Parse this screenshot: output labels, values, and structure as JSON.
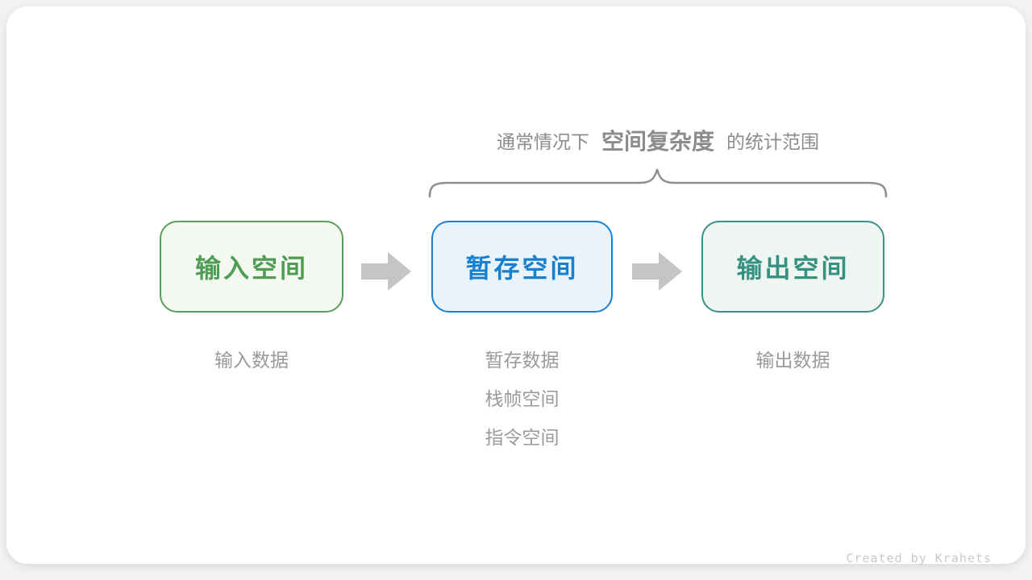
{
  "title": {
    "prefix": "通常情况下",
    "highlight": "空间复杂度",
    "suffix": "的统计范围"
  },
  "boxes": [
    {
      "label": "输入空间",
      "text_color": "#509c55",
      "border_color": "#5b9e5b",
      "bg_color": "#f3f9f0"
    },
    {
      "label": "暂存空间",
      "text_color": "#1980cd",
      "border_color": "#1b80d1",
      "bg_color": "#e9f3fb"
    },
    {
      "label": "输出空间",
      "text_color": "#379181",
      "border_color": "#3a9184",
      "bg_color": "#eff6f2"
    }
  ],
  "annotations": [
    {
      "lines": [
        "输入数据"
      ]
    },
    {
      "lines": [
        "暂存数据",
        "栈帧空间",
        "指令空间"
      ]
    },
    {
      "lines": [
        "输出数据"
      ]
    }
  ],
  "footer": {
    "credit": "Created by Krahets"
  },
  "palette": {
    "arrow": "#c5c5c5",
    "brace": "#8f8f8f",
    "title_text": "#8c8c8c",
    "annotation_text": "#9a9a9a",
    "credit_text": "#c9c9c9",
    "card_bg": "#ffffff",
    "page_bg": "#f2f2f2"
  }
}
